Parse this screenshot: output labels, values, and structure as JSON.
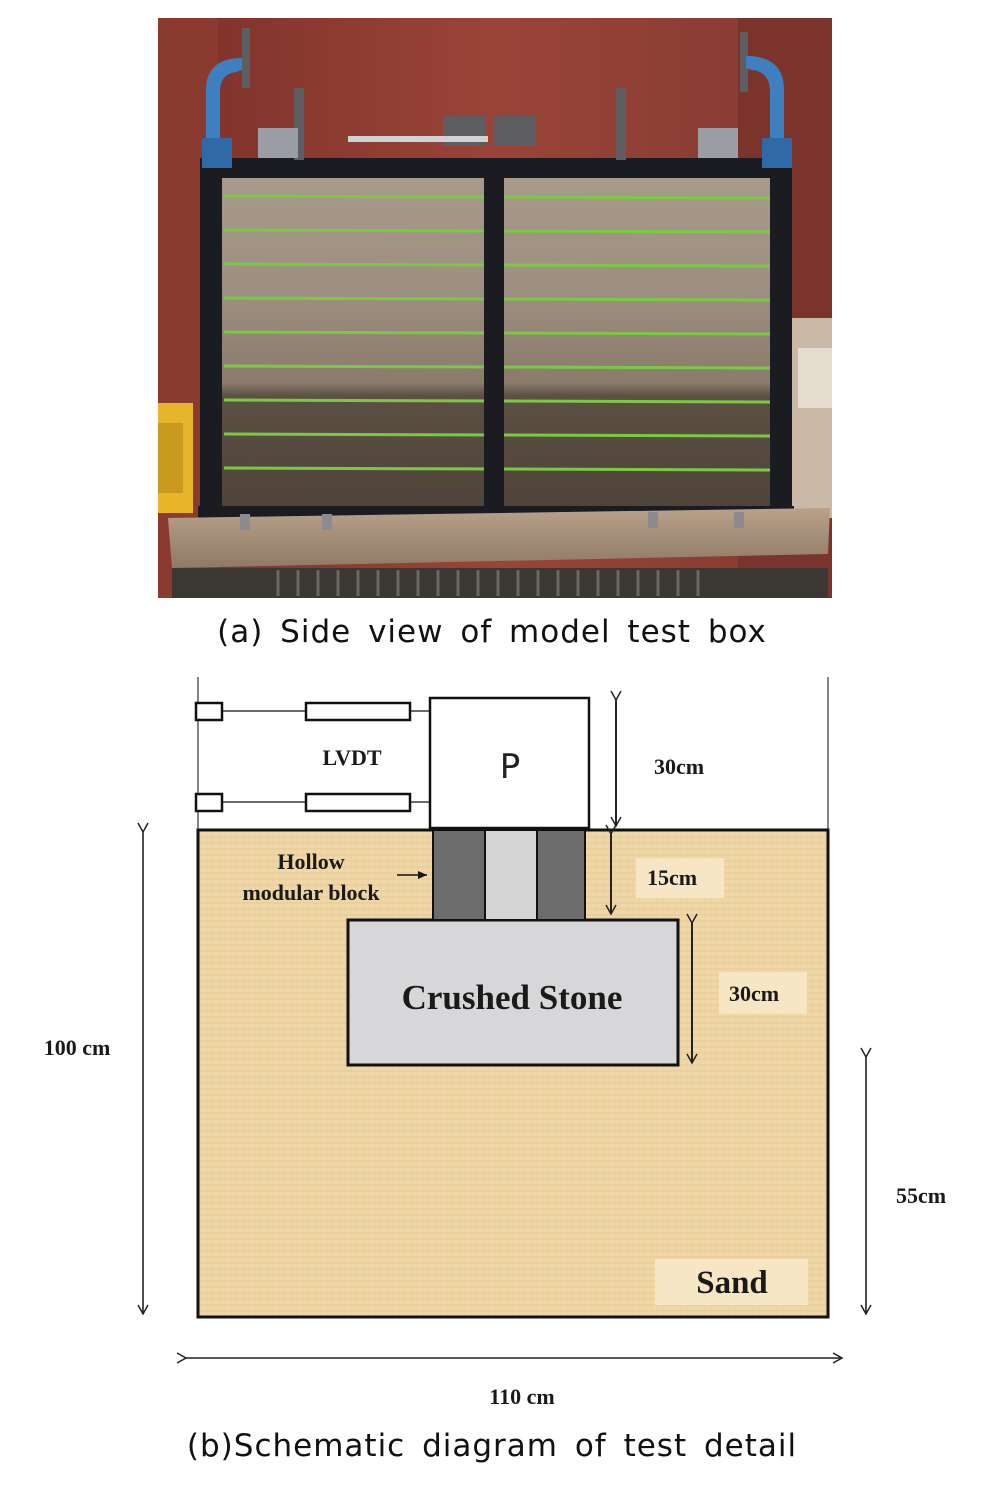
{
  "photo": {
    "description_icon": "model-test-box-photo"
  },
  "captions": {
    "a": "(a) Side view of model test box",
    "b": "(b)Schematic diagram of test detail"
  },
  "labels": {
    "lvdt": "LVDT",
    "load": "P",
    "hollow_line1": "Hollow",
    "hollow_line2": "modular block",
    "crushed_stone": "Crushed Stone",
    "sand": "Sand"
  },
  "dimensions": {
    "load_height": "30cm",
    "block_height": "15cm",
    "stone_height": "30cm",
    "box_height": "100 cm",
    "sand_below": "55cm",
    "box_width": "110 cm"
  },
  "colors": {
    "sand": "#f0d7a6",
    "stone": "#d7d7d9",
    "block_dark": "#6c6c6c",
    "block_light": "#d4d4d4",
    "frame": "#1b1b22",
    "backdrop": "#8e3a30",
    "stripe": "#7ac943"
  }
}
